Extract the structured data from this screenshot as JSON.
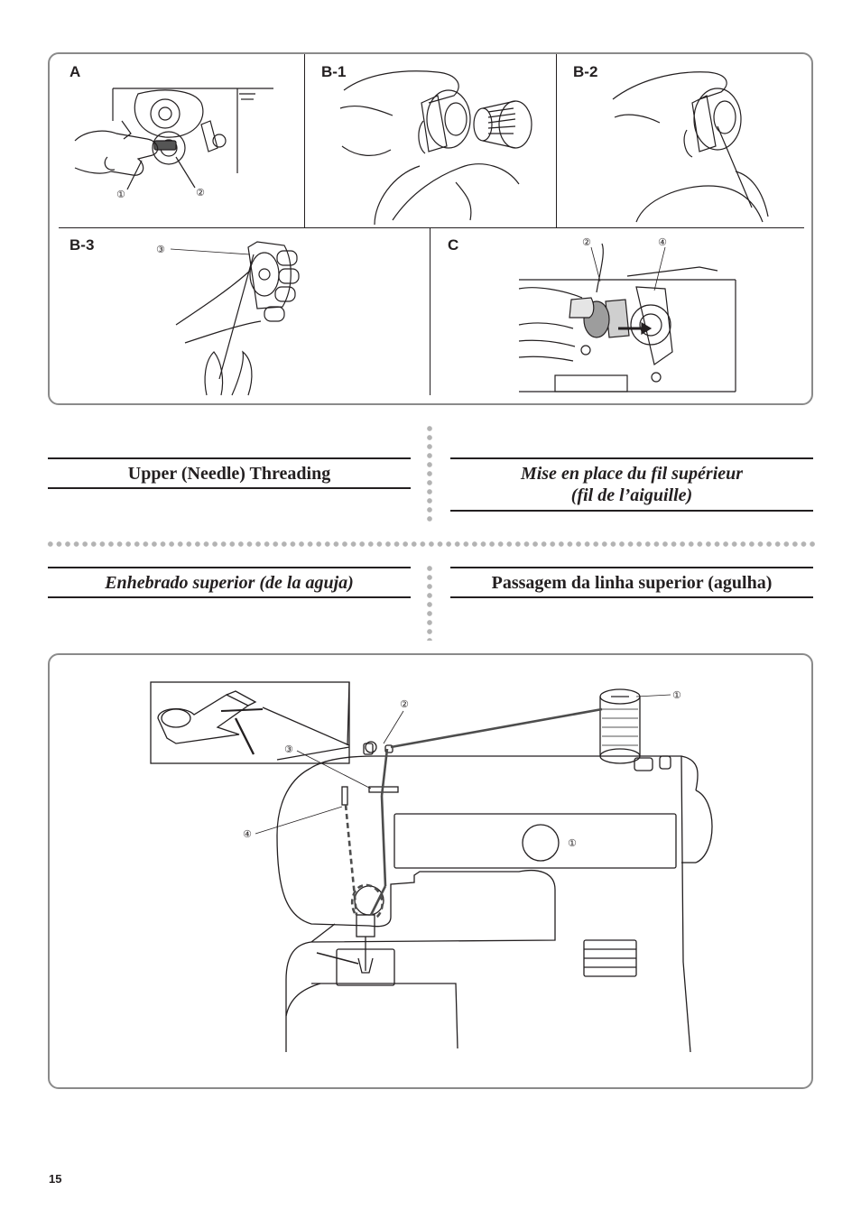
{
  "figures": {
    "a": {
      "label": "A",
      "callouts": [
        "①",
        "②"
      ]
    },
    "b1": {
      "label": "B-1"
    },
    "b2": {
      "label": "B-2"
    },
    "b3": {
      "label": "B-3",
      "callouts": [
        "③"
      ]
    },
    "c": {
      "label": "C",
      "callouts": [
        "②",
        "④"
      ]
    }
  },
  "headings": {
    "english": "Upper (Needle) Threading",
    "french_line1": "Mise en place du fil supérieur",
    "french_line2": "(fil de l’aiguille)",
    "spanish": "Enhebrado superior (de la aguja)",
    "portuguese": "Passagem da linha superior (agulha)"
  },
  "threading_diagram": {
    "callouts": [
      "①",
      "②",
      "③",
      "④"
    ],
    "switch_symbol": "①"
  },
  "page_number": "15"
}
